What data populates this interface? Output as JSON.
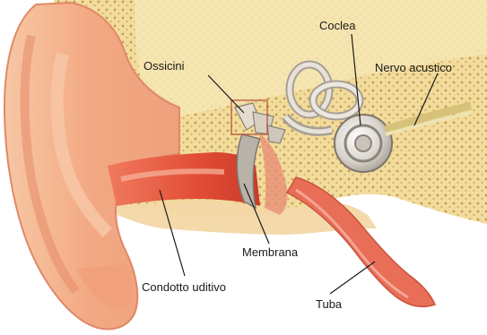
{
  "diagram": {
    "labels": {
      "ossicles": "Ossicini",
      "cochlea": "Coclea",
      "acoustic_nerve": "Nervo acustico",
      "membrane": "Membrana",
      "ear_canal": "Condotto uditivo",
      "tube": "Tuba"
    },
    "colors": {
      "background": "#ffffff",
      "skin": "#f4b590",
      "skin_dark": "#e08868",
      "bone": "#f3e2a8",
      "bone_dots": "#c79a52",
      "canal": "#e8553f",
      "canal_light": "#f59a82",
      "inner_ear": "#d9d4cc",
      "text": "#1a1a1a"
    }
  }
}
